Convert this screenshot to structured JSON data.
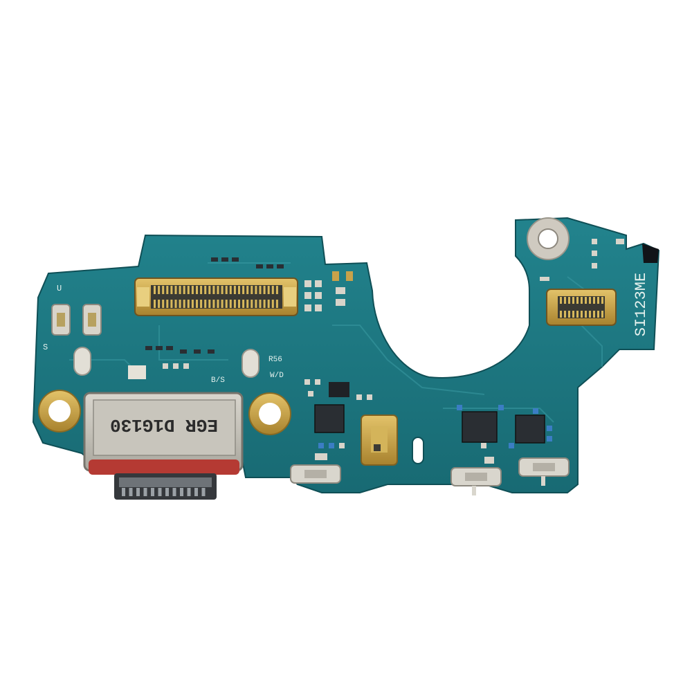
{
  "image": {
    "subject": "flex-pcb-charging-board",
    "colors": {
      "background": "#ffffff",
      "pcb": "#1f7c86",
      "pcb_dark": "#155e66",
      "gold": "#c8a24a",
      "metal": "#c9c6bd",
      "chip": "#2a2e33",
      "red_seal": "#c0392b"
    }
  },
  "markings": {
    "usb_stamp": "EGR D1G130",
    "board_code": "SI123ME",
    "silk_left_1": "U",
    "silk_left_2": "S",
    "silk_mid_1": "R56",
    "silk_mid_2": "W/D",
    "silk_mid_3": "B/S"
  }
}
